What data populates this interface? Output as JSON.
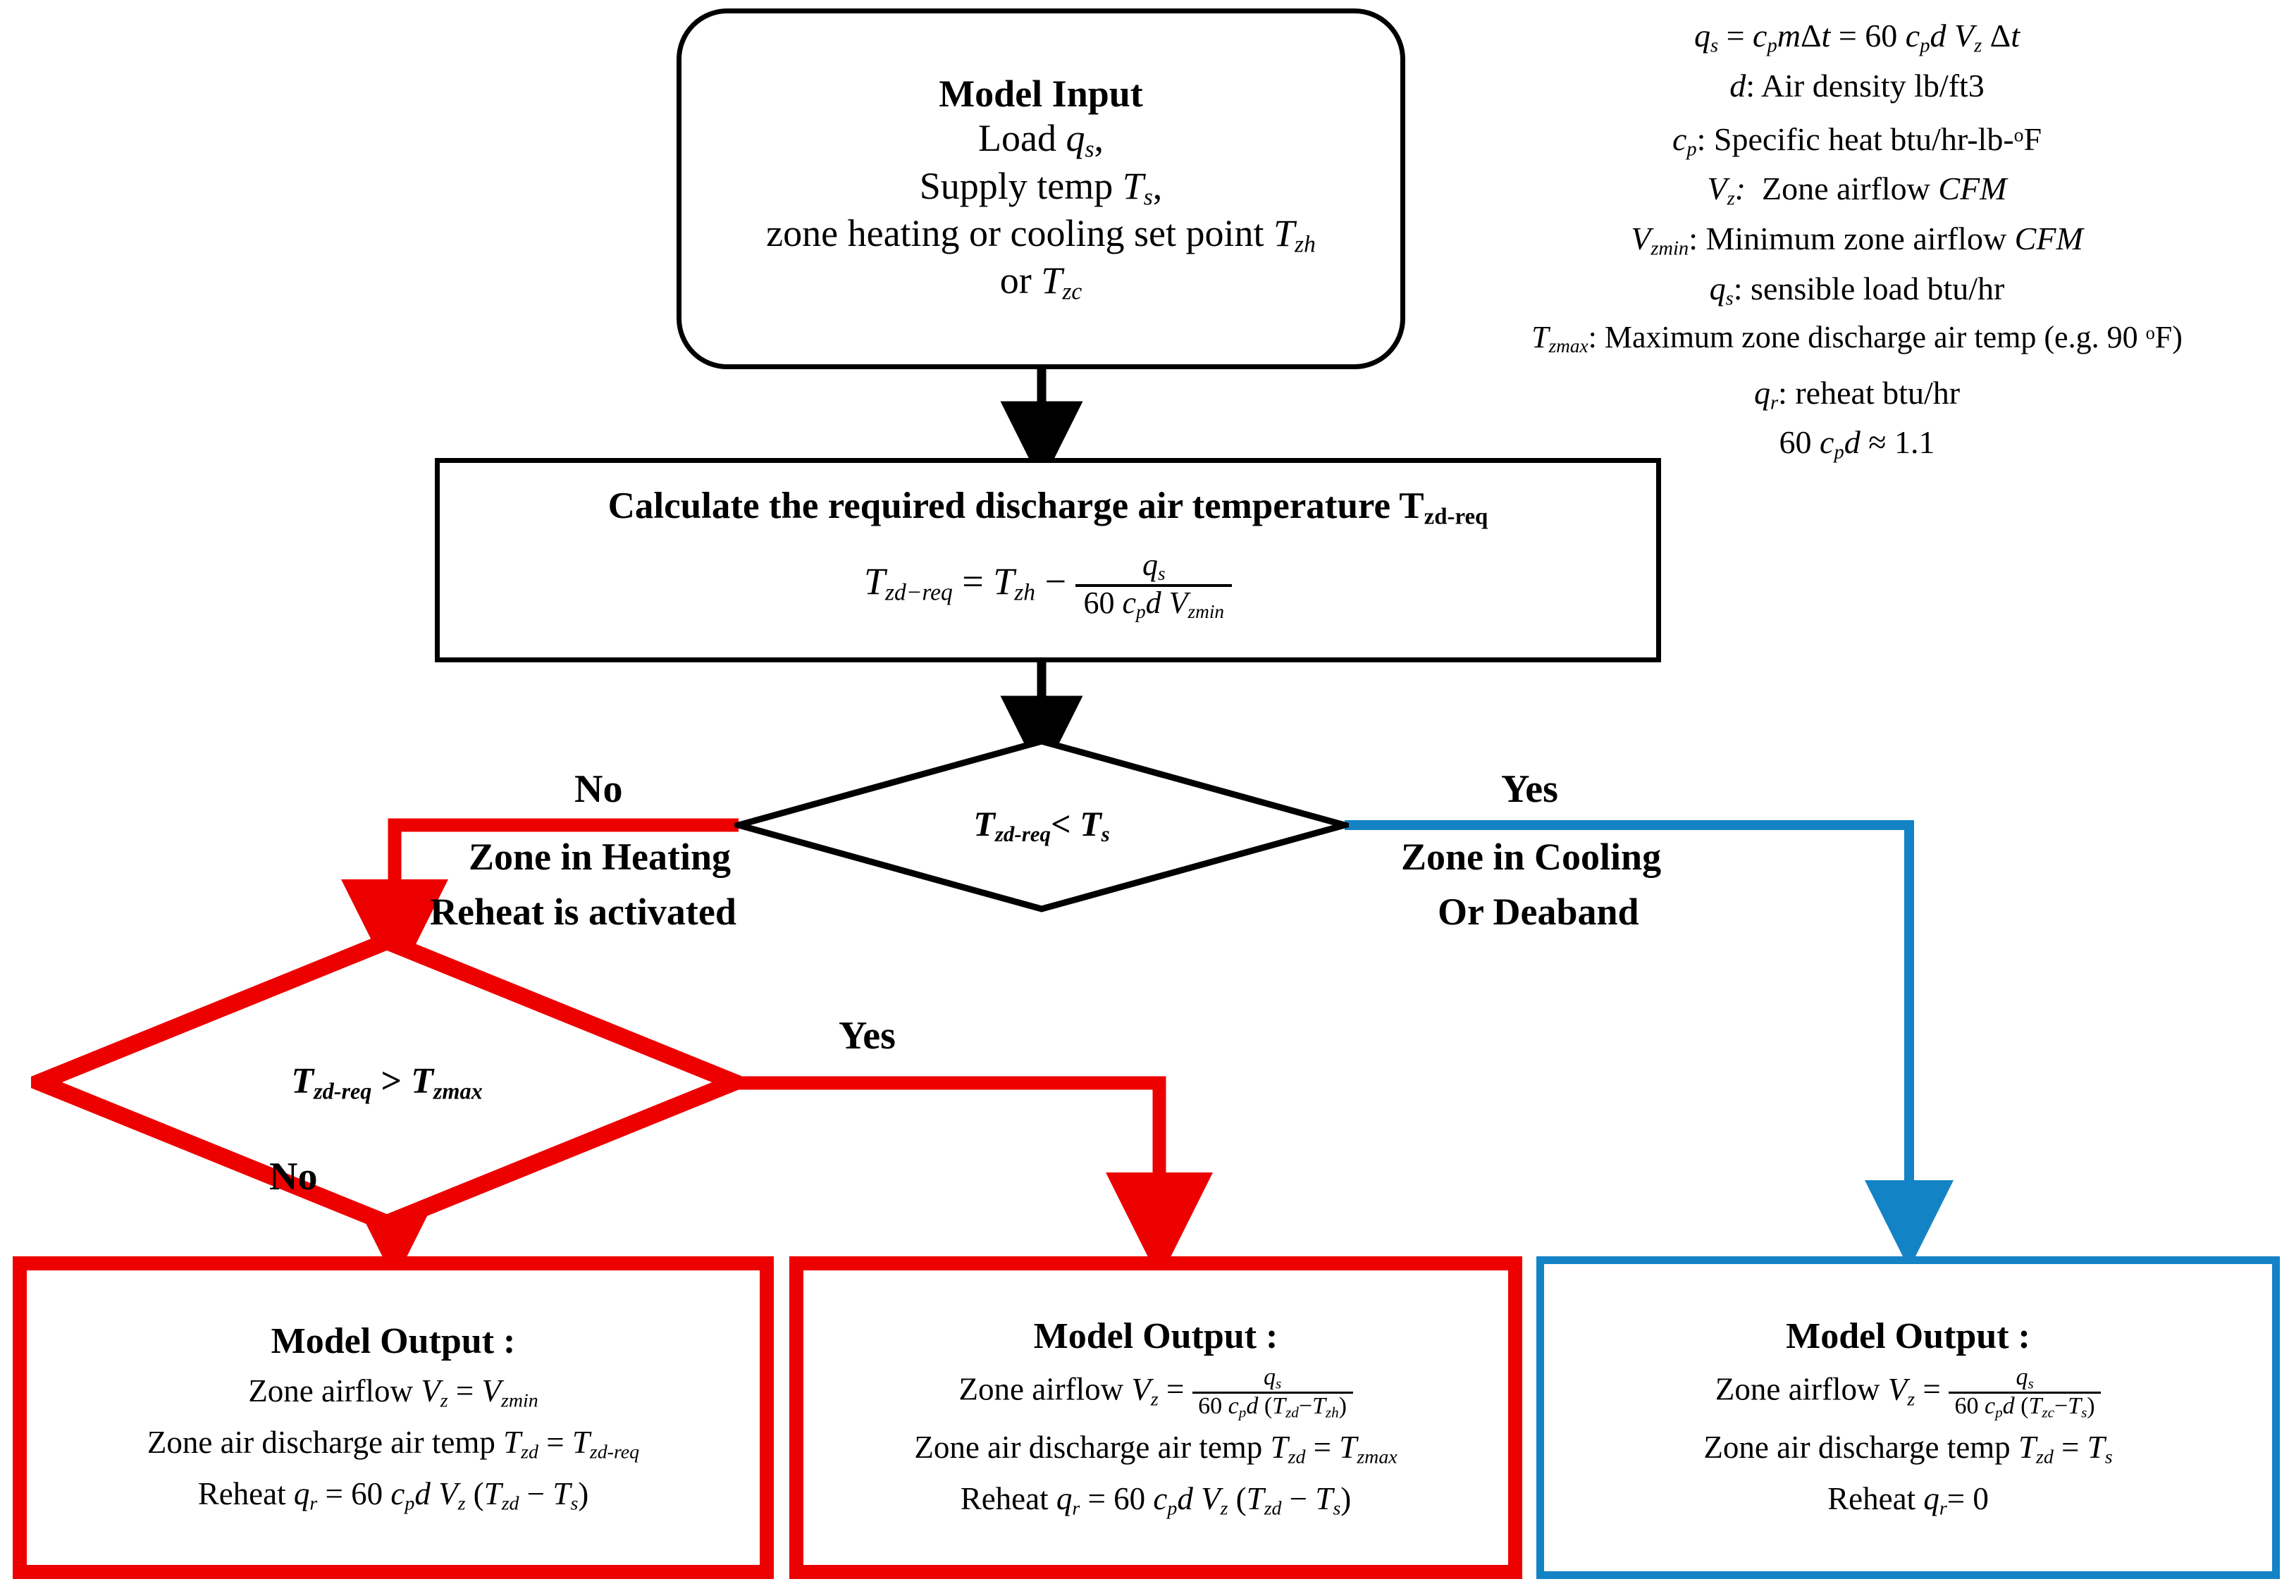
{
  "colors": {
    "red": "#ED0000",
    "blue": "#1383C6",
    "black": "#000000"
  },
  "nodes": {
    "model_input": {
      "title": "Model Input",
      "lines": [
        "Load qs,",
        "Supply temp Ts,",
        "zone heating or cooling set point Tzh",
        "or Tzc"
      ]
    },
    "calculate": {
      "title": "Calculate the required discharge air temperature Tzd-req",
      "formula": "Tzd−req = Tzh − qs / (60 cp d Vzmin)"
    },
    "decision_main": {
      "text": "Tzd-req < Ts"
    },
    "decision_reheat": {
      "text": "Tzd-req > Tzmax"
    },
    "output_left": {
      "title": "Model Output :",
      "lines": [
        "Zone airflow Vz = Vzmin",
        "Zone air discharge air temp Tzd = Tzd-req",
        "Reheat qr = 60 cp d Vz (Tzd − Ts)"
      ]
    },
    "output_mid": {
      "title": "Model Output :",
      "lines": [
        "Zone airflow Vz = qs / (60 cp d (Tzd−Tzh))",
        "Zone air discharge air temp Tzd = Tzmax",
        "Reheat qr = 60 cp d Vz (Tzd − Ts)"
      ]
    },
    "output_right": {
      "title": "Model Output :",
      "lines": [
        "Zone airflow Vz = qs / (60 cp d (Tzc−Ts))",
        "Zone air discharge temp Tzd = Ts",
        "Reheat qr = 0"
      ]
    }
  },
  "edge_labels": {
    "main_no": "No",
    "main_yes": "Yes",
    "heating_line1": "Zone in Heating",
    "heating_line2": "Reheat is activated",
    "cooling_line1": "Zone in Cooling",
    "cooling_line2": "Or Deaband",
    "reheat_yes": "Yes",
    "reheat_no": "No"
  },
  "legend": {
    "rows": [
      "qs = cp mΔt = 60 cp d Vz Δt",
      "d: Air density lb/ft3",
      "cp: Specific heat btu/hr-lb-°F",
      "Vz:  Zone airflow CFM",
      "Vzmin: Minimum zone airflow CFM",
      "qs: sensible load btu/hr",
      "Tzmax: Maximum zone discharge air temp (e.g. 90 °F)",
      "qr: reheat btu/hr",
      "60 cp d ≈ 1.1"
    ]
  }
}
